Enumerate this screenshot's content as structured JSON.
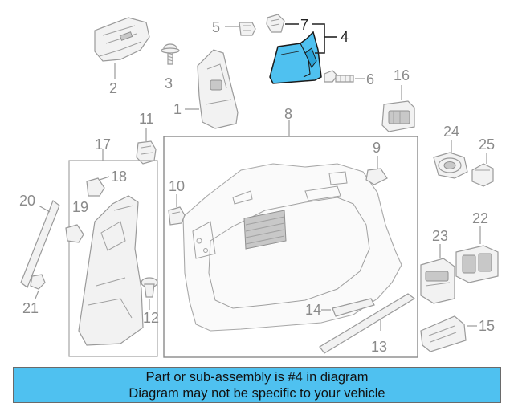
{
  "callouts": {
    "p1": "1",
    "p2": "2",
    "p3": "3",
    "p4": "4",
    "p5": "5",
    "p6": "6",
    "p7": "7",
    "p8": "8",
    "p9": "9",
    "p10": "10",
    "p11": "11",
    "p12": "12",
    "p13": "13",
    "p14": "14",
    "p15": "15",
    "p16": "16",
    "p17": "17",
    "p18": "18",
    "p19": "19",
    "p20": "20",
    "p21": "21",
    "p22": "22",
    "p23": "23",
    "p24": "24",
    "p25": "25"
  },
  "highlight": {
    "part_number": "4",
    "color": "#4fc1f0"
  },
  "banner": {
    "line1": "Part or sub-assembly is #4 in diagram",
    "line2": "Diagram may not be specific to your vehicle"
  }
}
